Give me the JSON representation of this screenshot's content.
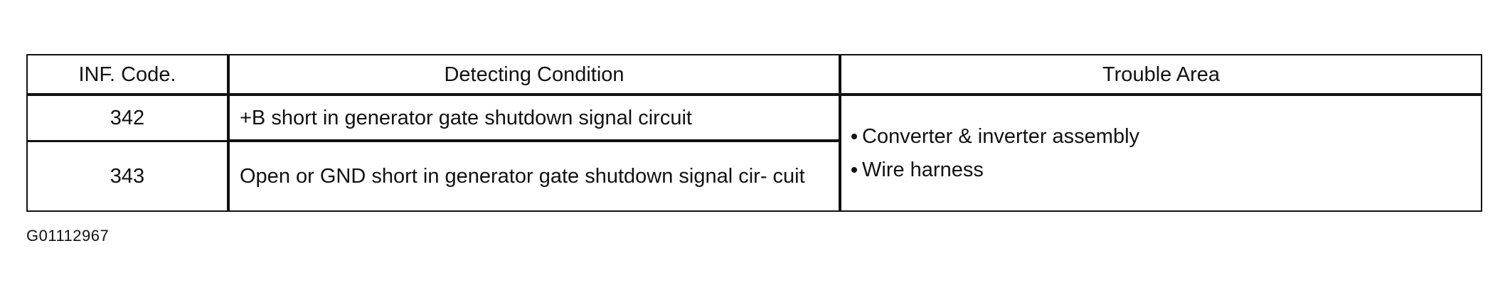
{
  "table": {
    "headers": {
      "code": "INF. Code.",
      "condition": "Detecting Condition",
      "area": "Trouble Area"
    },
    "rows": [
      {
        "code": "342",
        "condition": "+B short in generator gate shutdown signal circuit"
      },
      {
        "code": "343",
        "condition": "Open or GND short in generator gate shutdown signal cir- cuit"
      }
    ],
    "trouble_area": [
      "Converter & inverter assembly",
      "Wire harness"
    ]
  },
  "figure_id": "G01112967"
}
